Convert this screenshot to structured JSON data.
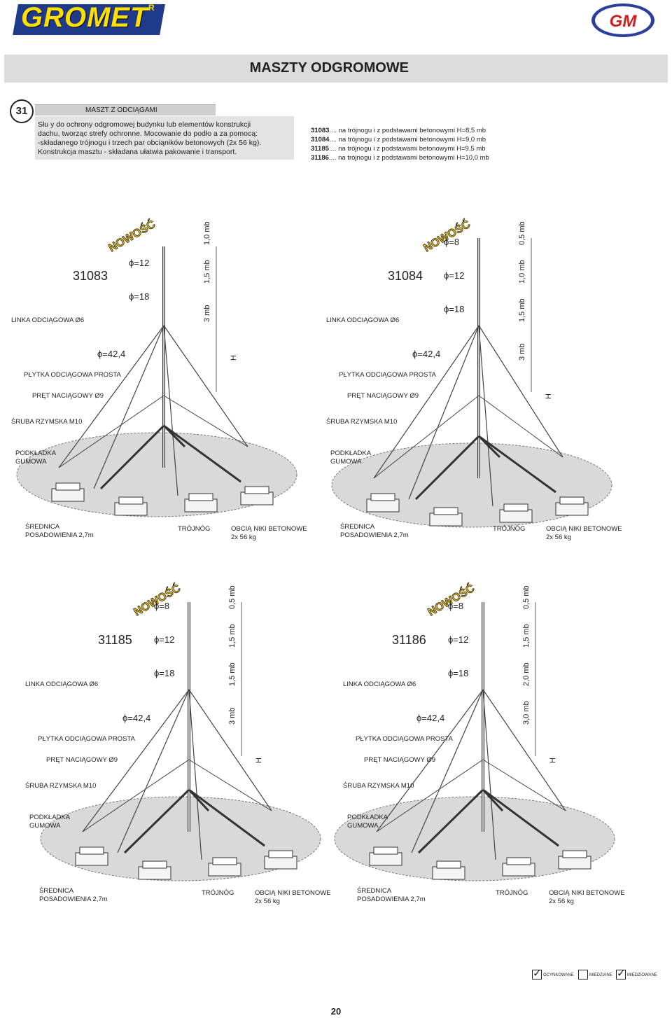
{
  "header": {
    "brand": "GROMET",
    "registered": "R",
    "logo_right": "GM",
    "title": "MASZTY ODGROMOWE"
  },
  "section": {
    "number": "31",
    "heading": "MASZT Z ODCIĄGAMI",
    "description": [
      "Słu y do ochrony odgromowej budynku lub elementów konstrukcji",
      "dachu, tworząc strefy ochronne. Mocowanie do podło a za pomocą:",
      "-składanego trójnogu i trzech par obciąników betonowych (2x 56 kg).",
      "Konstrukcja masztu - składana ułatwia pakowanie i transport."
    ]
  },
  "variants": [
    {
      "code": "31083",
      "text": ".... na trójnogu i z podstawami betonowymi H=8,5 mb"
    },
    {
      "code": "31084",
      "text": ".... na trójnogu i z podstawami betonowymi H=9,0 mb"
    },
    {
      "code": "31185",
      "text": ".... na trójnogu i z podstawami betonowymi H=9,5 mb"
    },
    {
      "code": "31186",
      "text": ".... na trójnogu i z podstawami betonowymi H=10,0 mb"
    }
  ],
  "diagrams": [
    {
      "code": "31083",
      "badge": "NOWOŚĆ",
      "diameters": [
        "=12",
        "=18",
        "=42,4"
      ],
      "dims": [
        "1,0 mb",
        "1,5 mb",
        "3 mb",
        "H"
      ],
      "labels": {
        "linka": "LINKA ODCIĄGOWA Ø6",
        "plytka": "PŁYTKA ODCIĄGOWA PROSTA",
        "pret": "PRĘT NACIĄGOWY Ø9",
        "sruba": "ŚRUBA RZYMSKA M10",
        "podkladka_1": "PODKŁADKA",
        "podkladka_2": "GUMOWA",
        "srednica_1": "ŚREDNICA",
        "srednica_2": "POSADOWIENIA 2,7m",
        "trojnog": "TRÓJNÓG",
        "obciazniki_1": "OBCIĄ NIKI BETONOWE",
        "obciazniki_2": "2x 56 kg"
      }
    },
    {
      "code": "31084",
      "badge": "NOWOŚĆ",
      "diameters": [
        "=8",
        "=12",
        "=18",
        "=42,4"
      ],
      "dims": [
        "0,5 mb",
        "1,0 mb",
        "1,5 mb",
        "3 mb",
        "H"
      ],
      "labels": {
        "linka": "LINKA ODCIĄGOWA Ø6",
        "plytka": "PŁYTKA ODCIĄGOWA PROSTA",
        "pret": "PRĘT NACIĄGOWY Ø9",
        "sruba": "ŚRUBA RZYMSKA M10",
        "podkladka_1": "PODKŁADKA",
        "podkladka_2": "GUMOWA",
        "srednica_1": "ŚREDNICA",
        "srednica_2": "POSADOWIENIA 2,7m",
        "trojnog": "TRÓJNÓG",
        "obciazniki_1": "OBCIĄ NIKI BETONOWE",
        "obciazniki_2": "2x 56 kg"
      }
    },
    {
      "code": "31185",
      "badge": "NOWOŚĆ",
      "diameters": [
        "=8",
        "=12",
        "=18",
        "=42,4"
      ],
      "dims": [
        "0,5 mb",
        "1,5 mb",
        "1,5 mb",
        "3 mb",
        "H"
      ],
      "labels": {
        "linka": "LINKA ODCIĄGOWA Ø6",
        "plytka": "PŁYTKA ODCIĄGOWA PROSTA",
        "pret": "PRĘT NACIĄGOWY Ø9",
        "sruba": "ŚRUBA RZYMSKA M10",
        "podkladka_1": "PODKŁADKA",
        "podkladka_2": "GUMOWA",
        "srednica_1": "ŚREDNICA",
        "srednica_2": "POSADOWIENIA 2,7m",
        "trojnog": "TRÓJNÓG",
        "obciazniki_1": "OBCIĄ NIKI BETONOWE",
        "obciazniki_2": "2x 56 kg"
      }
    },
    {
      "code": "31186",
      "badge": "NOWOŚĆ",
      "diameters": [
        "=8",
        "=12",
        "=18",
        "=42,4"
      ],
      "dims": [
        "0,5 mb",
        "1,5 mb",
        "2,0 mb",
        "3,0 mb",
        "H"
      ],
      "labels": {
        "linka": "LINKA ODCIĄGOWA Ø6",
        "plytka": "PŁYTKA ODCIĄGOWA PROSTA",
        "pret": "PRĘT NACIĄGOWY Ø9",
        "sruba": "ŚRUBA RZYMSKA M10",
        "podkladka_1": "PODKŁADKA",
        "podkladka_2": "GUMOWA",
        "srednica_1": "ŚREDNICA",
        "srednica_2": "POSADOWIENIA 2,7m",
        "trojnog": "TRÓJNÓG",
        "obciazniki_1": "OBCIĄ NIKI BETONOWE",
        "obciazniki_2": "2x 56 kg"
      }
    }
  ],
  "legend": [
    {
      "label": "OCYNKOWANE",
      "checked": true
    },
    {
      "label": "MIEDZIANE",
      "checked": false
    },
    {
      "label": "MIEDZIOWANE",
      "checked": true
    }
  ],
  "page_number": "20",
  "colors": {
    "brand_blue": "#1f3a8a",
    "brand_yellow": "#ffe000",
    "title_bar": "#dcdcdc",
    "badge": "#f5c400"
  }
}
